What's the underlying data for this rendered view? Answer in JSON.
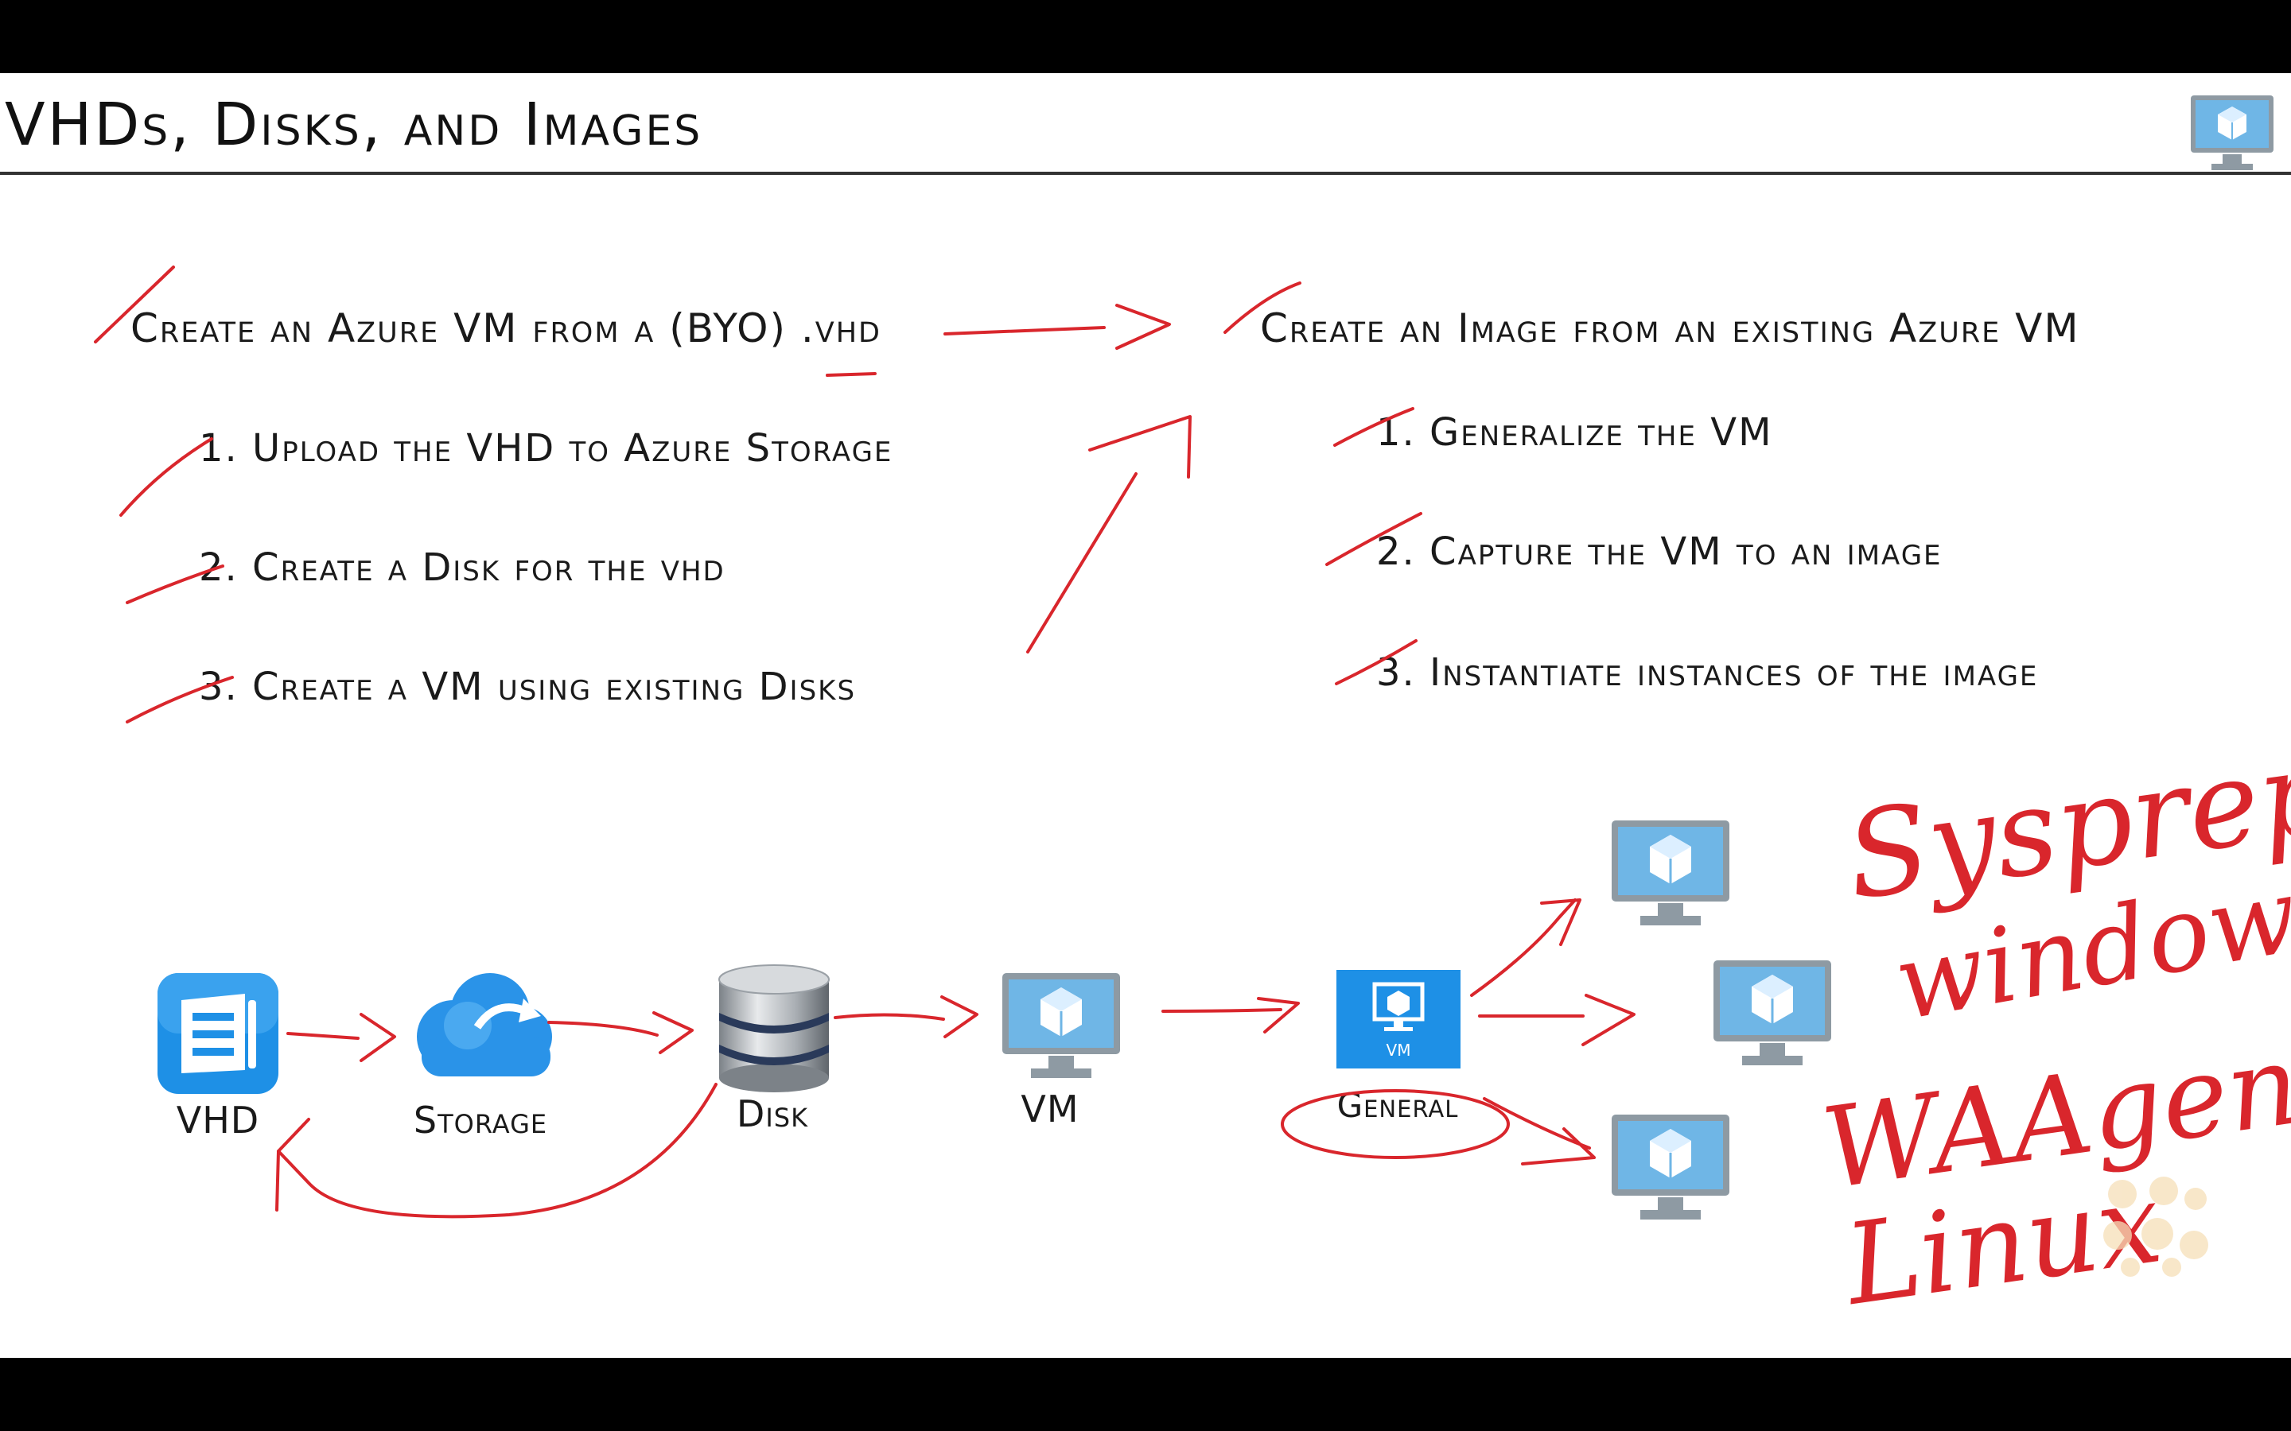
{
  "slide": {
    "title": "VHDs, Disks, and Images"
  },
  "left_section": {
    "heading": "Create an Azure VM from a (BYO) .vhd",
    "steps": [
      "1. Upload the VHD to Azure Storage",
      "2. Create a Disk for the vhd",
      "3. Create a VM using existing Disks"
    ]
  },
  "right_section": {
    "heading": "Create an Image from an existing Azure VM",
    "steps": [
      "1. Generalize the VM",
      "2. Capture the VM to an image",
      "3. Instantiate instances of the image"
    ]
  },
  "flow": {
    "vhd_label": "VHD",
    "storage_label": "Storage",
    "disk_label": "Disk",
    "vm_label": "VM",
    "general_label": "General",
    "general_badge": "VM"
  },
  "annotations": {
    "line1": "Sysprep",
    "line2": "windows",
    "line3": "WAAgent",
    "line4": "Linux"
  },
  "colors": {
    "ink": "#d9262c",
    "azure_blue": "#1e90e6",
    "monitor_blue": "#6fb6e6"
  },
  "icons": [
    "vm-monitor-icon",
    "vhd-file-icon",
    "storage-cloud-icon",
    "disk-database-icon",
    "generalized-vm-icon"
  ]
}
